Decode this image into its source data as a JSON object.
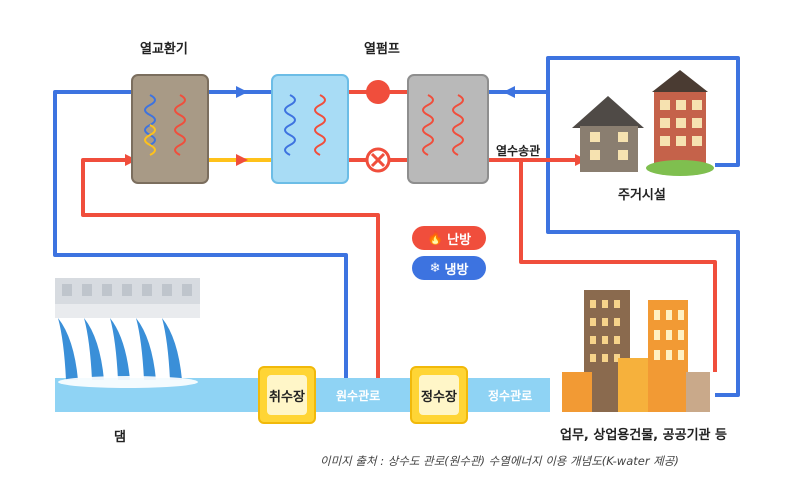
{
  "labels": {
    "heat_exchanger": "열교환기",
    "heat_pump": "열펌프",
    "heat_transport": "열수송관",
    "residential": "주거시설",
    "dam": "댐",
    "intake": "취수장",
    "raw_water_pipe": "원수관로",
    "purification": "정수장",
    "purified_water_pipe": "정수관로",
    "commercial": "업무, 상업용건물, 공공기관 등",
    "heating": "난방",
    "cooling": "냉방"
  },
  "caption": "이미지 출처 : 상수도 관로(원수관) 수열에너지 이용 개념도(K-water 제공)",
  "legend": {
    "heating_icon": "flame-icon",
    "cooling_icon": "snowflake-icon",
    "heating_color": "#f04e3c",
    "cooling_color": "#3d73e0"
  },
  "colors": {
    "hot_pipe": "#f04e3c",
    "cold_pipe": "#3d73e0",
    "water": "#8fd3f4",
    "heat_exchanger_box": "#a89a86",
    "heat_pump_box": "#a8dcf5",
    "condenser_box": "#b9b9b9",
    "station_box": "#ffd535"
  }
}
